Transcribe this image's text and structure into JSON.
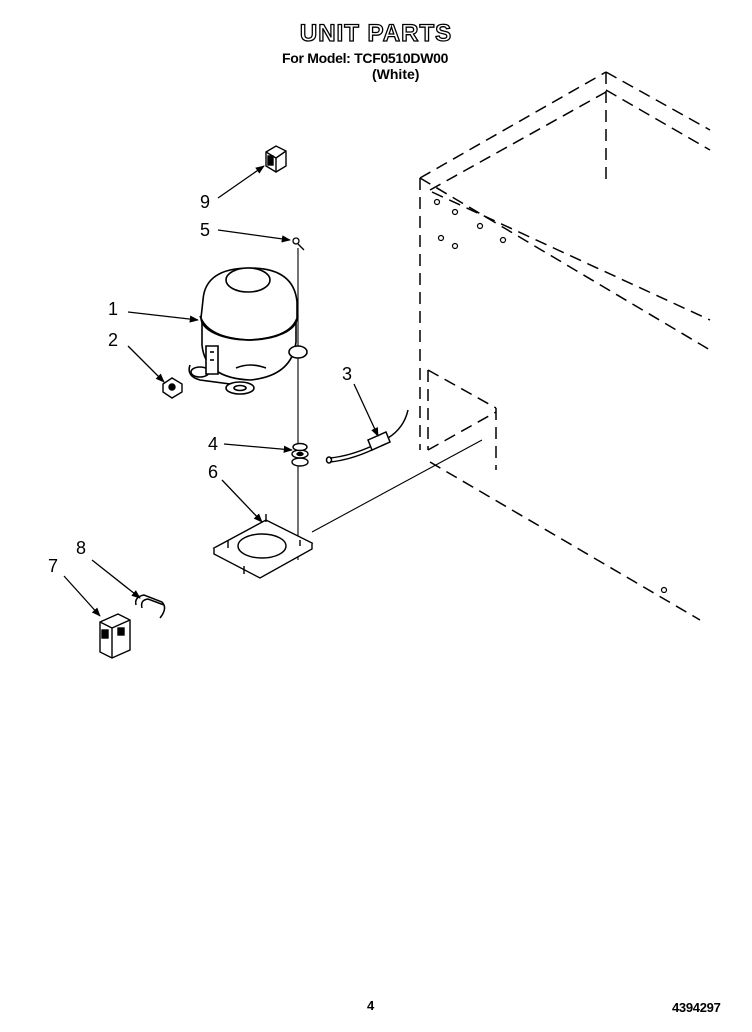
{
  "header": {
    "title": "UNIT PARTS",
    "model_line": "For Model: TCF0510DW00",
    "color_line": "(White)"
  },
  "callouts": [
    {
      "id": "1",
      "label": "1"
    },
    {
      "id": "2",
      "label": "2"
    },
    {
      "id": "3",
      "label": "3"
    },
    {
      "id": "4",
      "label": "4"
    },
    {
      "id": "5",
      "label": "5"
    },
    {
      "id": "6",
      "label": "6"
    },
    {
      "id": "7",
      "label": "7"
    },
    {
      "id": "8",
      "label": "8"
    },
    {
      "id": "9",
      "label": "9"
    }
  ],
  "footer": {
    "page_number": "4",
    "document_number": "4394297"
  }
}
